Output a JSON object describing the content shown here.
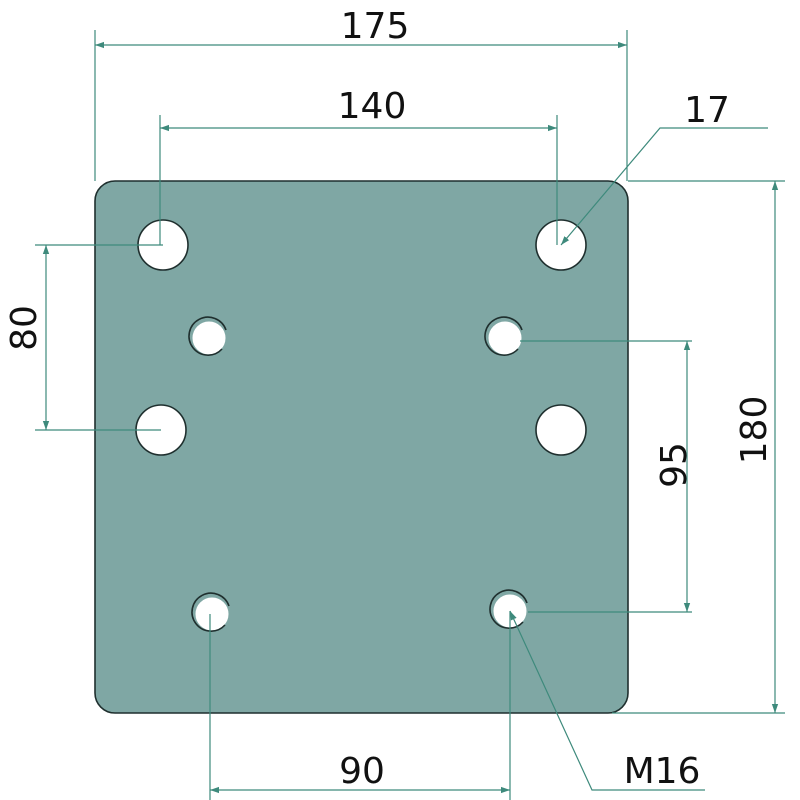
{
  "colors": {
    "plate": "#7fa7a4",
    "outline": "#1f2f2e",
    "dimension": "#3e8a7c"
  },
  "dimensions": {
    "overall_width": "175",
    "top_hole_spacing": "140",
    "hole_diameter": "17",
    "left_hole_vertical_spacing": "80",
    "right_thread_vertical_spacing": "95",
    "overall_height": "180",
    "bottom_thread_spacing": "90",
    "thread_size": "M16"
  }
}
